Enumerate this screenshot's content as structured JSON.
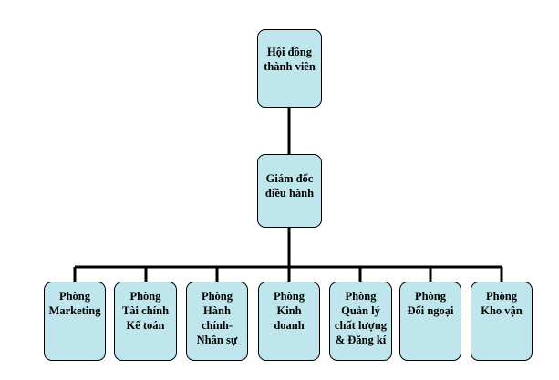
{
  "org_chart": {
    "board": {
      "lines": [
        "Hội đồng",
        "thành viên"
      ]
    },
    "director": {
      "lines": [
        "Giám đốc",
        "điều hành"
      ]
    },
    "departments": [
      {
        "lines": [
          "Phòng",
          "Marketing"
        ]
      },
      {
        "lines": [
          "Phòng",
          "Tài chính",
          "Kế toán"
        ]
      },
      {
        "lines": [
          "Phòng",
          "Hành",
          "chính-",
          "Nhân sự"
        ]
      },
      {
        "lines": [
          "Phòng",
          "Kinh",
          "doanh"
        ]
      },
      {
        "lines": [
          "Phòng",
          "Quản lý",
          "chất lượng",
          "& Đăng kí"
        ]
      },
      {
        "lines": [
          "Phòng",
          "Đối ngoại"
        ]
      },
      {
        "lines": [
          "Phòng",
          "Kho vận"
        ]
      }
    ]
  },
  "colors": {
    "box_fill": "#bfe6ec",
    "box_border": "#000000",
    "connector": "#000000"
  }
}
